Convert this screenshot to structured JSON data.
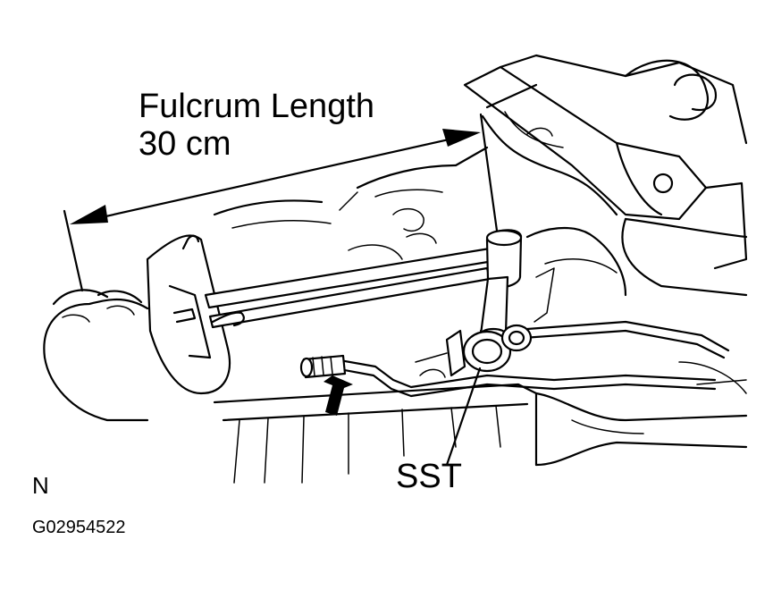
{
  "labels": {
    "fulcrum_title": "Fulcrum Length",
    "fulcrum_value": "30 cm",
    "sst": "SST",
    "orientation": "N",
    "figure_code": "G02954522"
  }
}
